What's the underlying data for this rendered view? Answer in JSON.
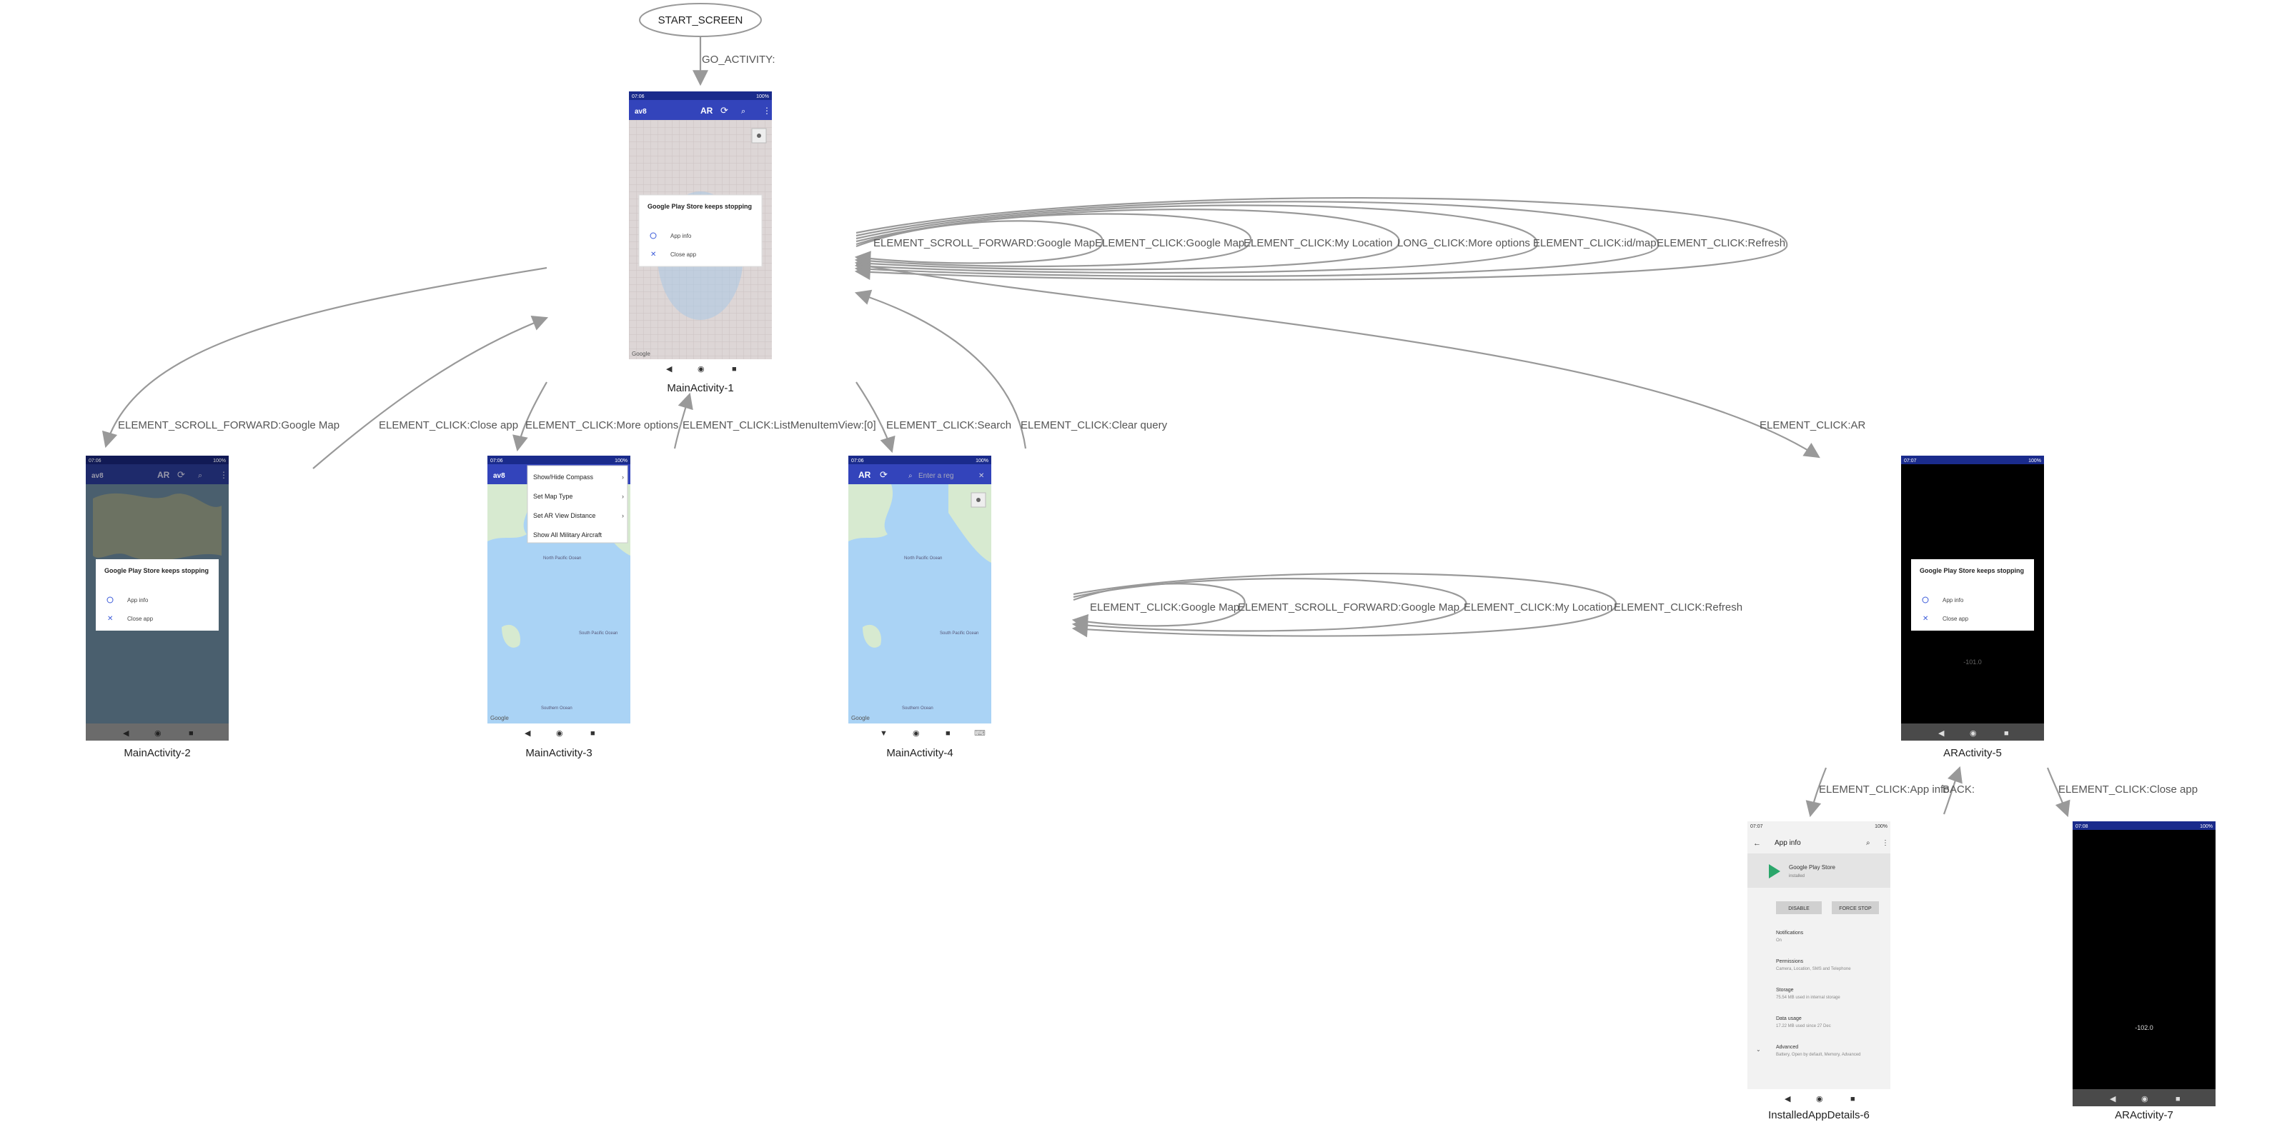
{
  "start": {
    "label": "START_SCREEN"
  },
  "nodes": [
    {
      "id": "n1",
      "label": "MainActivity-1",
      "screen": {
        "status_time": "07:06",
        "status_right": "100%",
        "app_title": "av8",
        "toolbar_ar": "AR",
        "dialog": {
          "title": "Google Play Store keeps stopping",
          "item1": "App info",
          "item2": "Close app"
        },
        "map_credit": "Google"
      }
    },
    {
      "id": "n2",
      "label": "MainActivity-2",
      "screen": {
        "status_time": "07:06",
        "status_right": "100%",
        "app_title": "av8",
        "toolbar_ar": "AR",
        "dialog": {
          "title": "Google Play Store keeps stopping",
          "item1": "App info",
          "item2": "Close app"
        }
      }
    },
    {
      "id": "n3",
      "label": "MainActivity-3",
      "screen": {
        "status_time": "07:06",
        "status_right": "100%",
        "app_title": "av8",
        "menu": [
          "Show/Hide Compass",
          "Set Map Type",
          "Set AR View Distance",
          "Show All Military Aircraft"
        ],
        "map_labels": [
          "North Pacific Ocean",
          "South Pacific Ocean",
          "Southern Ocean"
        ],
        "map_credit": "Google"
      }
    },
    {
      "id": "n4",
      "label": "MainActivity-4",
      "screen": {
        "status_time": "07:06",
        "status_right": "100%",
        "toolbar_ar": "AR",
        "search_placeholder": "Enter a reg",
        "map_labels": [
          "North Pacific Ocean",
          "South Pacific Ocean",
          "Southern Ocean"
        ],
        "map_credit": "Google"
      }
    },
    {
      "id": "n5",
      "label": "ARActivity-5",
      "screen": {
        "status_time": "07:07",
        "status_right": "100%",
        "dialog": {
          "title": "Google Play Store keeps stopping",
          "item1": "App info",
          "item2": "Close app"
        },
        "reading": "-101.0"
      }
    },
    {
      "id": "n6",
      "label": "InstalledAppDetails-6",
      "screen": {
        "status_time": "07:07",
        "status_right": "100%",
        "title": "App info",
        "app_name": "Google Play Store",
        "app_sub": "installed",
        "btn_disable": "DISABLE",
        "btn_force_stop": "FORCE STOP",
        "rows": [
          {
            "title": "Notifications",
            "sub": "On"
          },
          {
            "title": "Permissions",
            "sub": "Camera, Location, SMS and Telephone"
          },
          {
            "title": "Storage",
            "sub": "75.54 MB used in internal storage"
          },
          {
            "title": "Data usage",
            "sub": "17.22 MB used since 27 Dec"
          },
          {
            "title": "Advanced",
            "sub": "Battery, Open by default, Memory, Advanced"
          }
        ]
      }
    },
    {
      "id": "n7",
      "label": "ARActivity-7",
      "screen": {
        "status_time": "07:08",
        "status_right": "100%",
        "reading": "-102.0"
      }
    }
  ],
  "edges": {
    "e_start": "GO_ACTIVITY:",
    "e_1_2": "ELEMENT_SCROLL_FORWARD:Google Map",
    "e_2_1": "ELEMENT_CLICK:Close app",
    "e_1_3": "ELEMENT_CLICK:More options",
    "e_3_1": "ELEMENT_CLICK:ListMenuItemView:[0]",
    "e_1_4": "ELEMENT_CLICK:Search",
    "e_4_1": "ELEMENT_CLICK:Clear query",
    "e_1_5": "ELEMENT_CLICK:AR",
    "e_5_6": "ELEMENT_CLICK:App info",
    "e_6_5": "BACK:",
    "e_5_7": "ELEMENT_CLICK:Close app",
    "self1": [
      "ELEMENT_SCROLL_FORWARD:Google Map",
      "ELEMENT_CLICK:Google Map",
      "ELEMENT_CLICK:My Location",
      "LONG_CLICK:More options",
      "ELEMENT_CLICK:id/map",
      "ELEMENT_CLICK:Refresh"
    ],
    "self4": [
      "ELEMENT_CLICK:Google Map",
      "ELEMENT_SCROLL_FORWARD:Google Map",
      "ELEMENT_CLICK:My Location",
      "ELEMENT_CLICK:Refresh"
    ]
  }
}
